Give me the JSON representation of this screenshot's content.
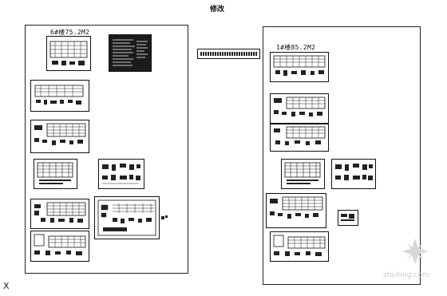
{
  "drawing": {
    "title": "修改",
    "left_sheet_label": "6#楼75.2M2",
    "right_sheet_label": "1#楼85.2M2",
    "x_mark": "X",
    "watermark": "zhulong.com"
  }
}
